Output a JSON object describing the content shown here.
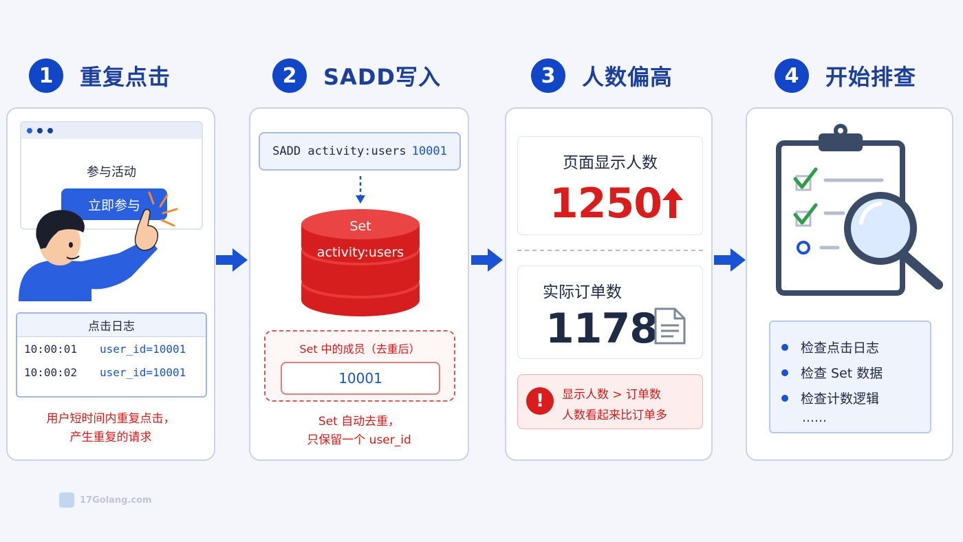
{
  "steps": [
    {
      "num": "1",
      "title": "重复点击"
    },
    {
      "num": "2",
      "title": "SADD写入"
    },
    {
      "num": "3",
      "title": "人数偏高"
    },
    {
      "num": "4",
      "title": "开始排查"
    }
  ],
  "card1": {
    "browser_title": "参与活动",
    "join_button": "立即参与",
    "log_title": "点击日志",
    "logs": [
      {
        "time": "10:00:01",
        "user": "user_id=10001"
      },
      {
        "time": "10:00:02",
        "user": "user_id=10001"
      }
    ],
    "note_line1": "用户短时间内重复点击，",
    "note_line2": "产生重复的请求"
  },
  "card2": {
    "command": "SADD activity:users",
    "command_id": "10001",
    "set_label_1": "Set",
    "set_label_2": "activity:users",
    "members_title": "Set 中的成员（去重后）",
    "member_value": "10001",
    "note_line1": "Set 自动去重，",
    "note_line2": "只保留一个 user_id"
  },
  "card3": {
    "display_label": "页面显示人数",
    "display_value": "1250",
    "order_label": "实际订单数",
    "order_value": "1178",
    "warn_line1": "显示人数 > 订单数",
    "warn_line2": "人数看起来比订单多",
    "warn_symbol": "!"
  },
  "card4": {
    "checks": [
      "检查点击日志",
      "检查 Set 数据",
      "检查计数逻辑"
    ],
    "more": "……"
  },
  "watermark": "17Golang.com",
  "colors": {
    "primary_blue": "#1146c8",
    "alert_red": "#d91c1c",
    "check_green": "#2e9e48"
  }
}
